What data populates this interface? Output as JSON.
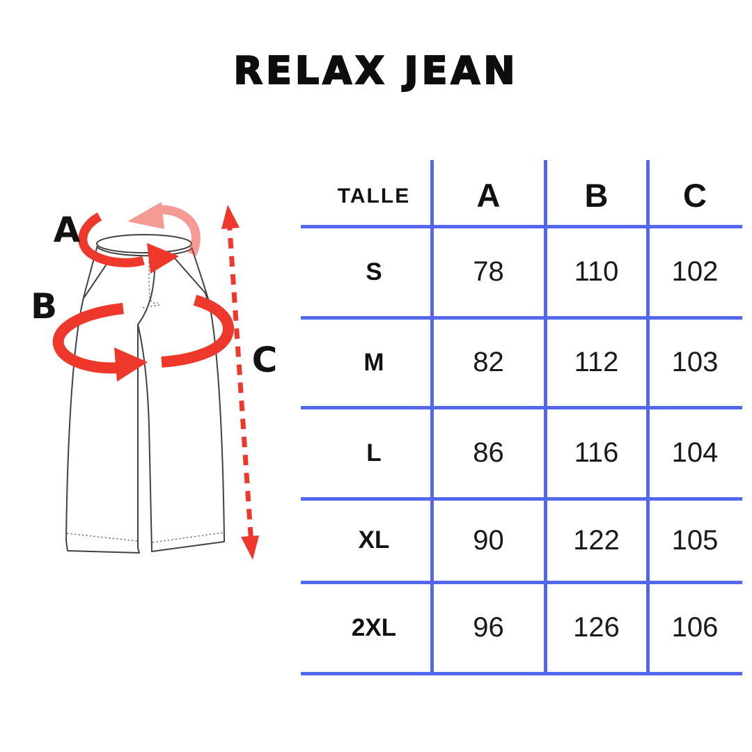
{
  "title": "RELAX JEAN",
  "diagram": {
    "labels": {
      "a": "A",
      "b": "B",
      "c": "C"
    },
    "colors": {
      "arrow_red": "#ee382b",
      "arrow_red_light": "#f6968f",
      "outline": "#414141"
    }
  },
  "chart_data": {
    "type": "table",
    "title": "RELAX JEAN",
    "columns": [
      "TALLE",
      "A",
      "B",
      "C"
    ],
    "rows": [
      [
        "S",
        78,
        110,
        102
      ],
      [
        "M",
        82,
        112,
        103
      ],
      [
        "L",
        86,
        116,
        104
      ],
      [
        "XL",
        90,
        122,
        105
      ],
      [
        "2XL",
        96,
        126,
        106
      ]
    ],
    "line_color": "#5468ef",
    "grid": true,
    "legend": false
  }
}
